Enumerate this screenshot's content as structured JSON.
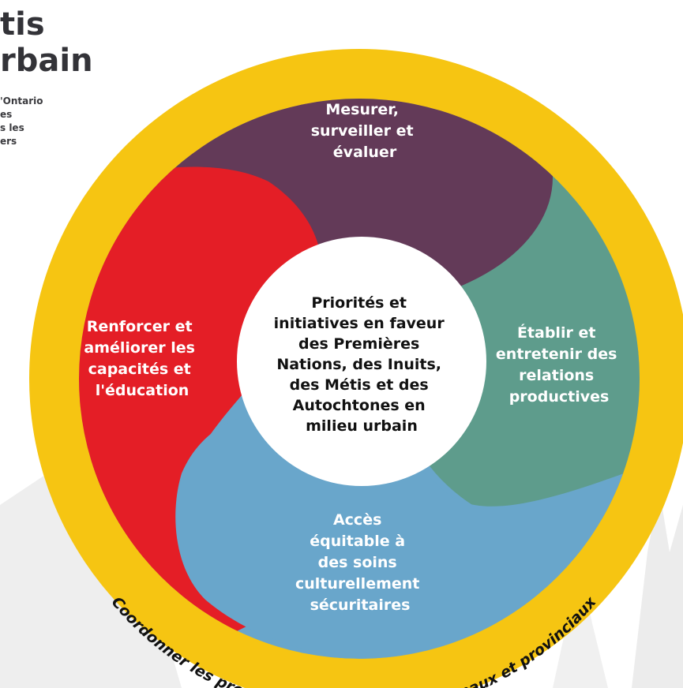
{
  "title_lines": [
    "tis",
    "rbain"
  ],
  "intro_lines": [
    "'Ontario",
    "es",
    "s les",
    "ers"
  ],
  "colors": {
    "ring": "#F6C512",
    "purple": "#633A58",
    "red": "#E41E26",
    "green": "#5E9C8C",
    "blue": "#69A6CB",
    "center": "#FFFFFF",
    "ring_text": "#111111"
  },
  "segments": {
    "top": [
      "Mesurer,",
      "surveiller et",
      "évaluer"
    ],
    "left": [
      "Renforcer et",
      "améliorer les",
      "capacités et",
      "l'éducation"
    ],
    "right": [
      "Établir et",
      "entretenir des",
      "relations",
      "productives"
    ],
    "bottom": [
      "Accès",
      "équitable à",
      "des soins",
      "culturellement",
      "sécuritaires"
    ]
  },
  "center": [
    "Priorités et",
    "initiatives en faveur",
    "des Premières",
    "Nations, des Inuits,",
    "des Métis et des",
    "Autochtones en",
    "milieu urbain"
  ],
  "ring_label": "Coordonner les programmes et services régionaux et provinciaux"
}
